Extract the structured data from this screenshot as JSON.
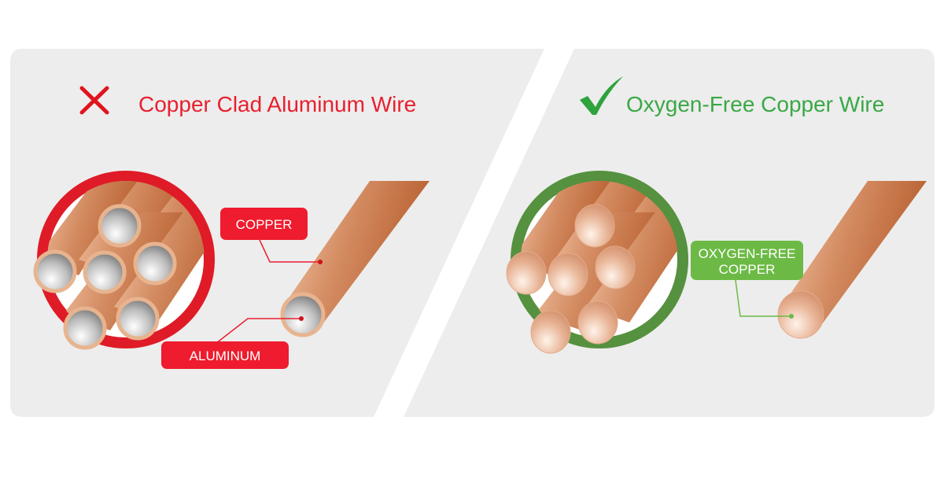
{
  "left": {
    "title": "Copper Clad Aluminum Wire",
    "status_icon": "x-mark-icon",
    "color": "#e8202f",
    "labels": {
      "copper": "COPPER",
      "aluminum": "ALUMINUM"
    }
  },
  "right": {
    "title": "Oxygen-Free Copper Wire",
    "status_icon": "check-mark-icon",
    "color": "#3aa845",
    "ring_color": "#55913f",
    "label_color": "#6cba45",
    "labels": {
      "line1": "OXYGEN-FREE",
      "line2": "COPPER"
    }
  }
}
